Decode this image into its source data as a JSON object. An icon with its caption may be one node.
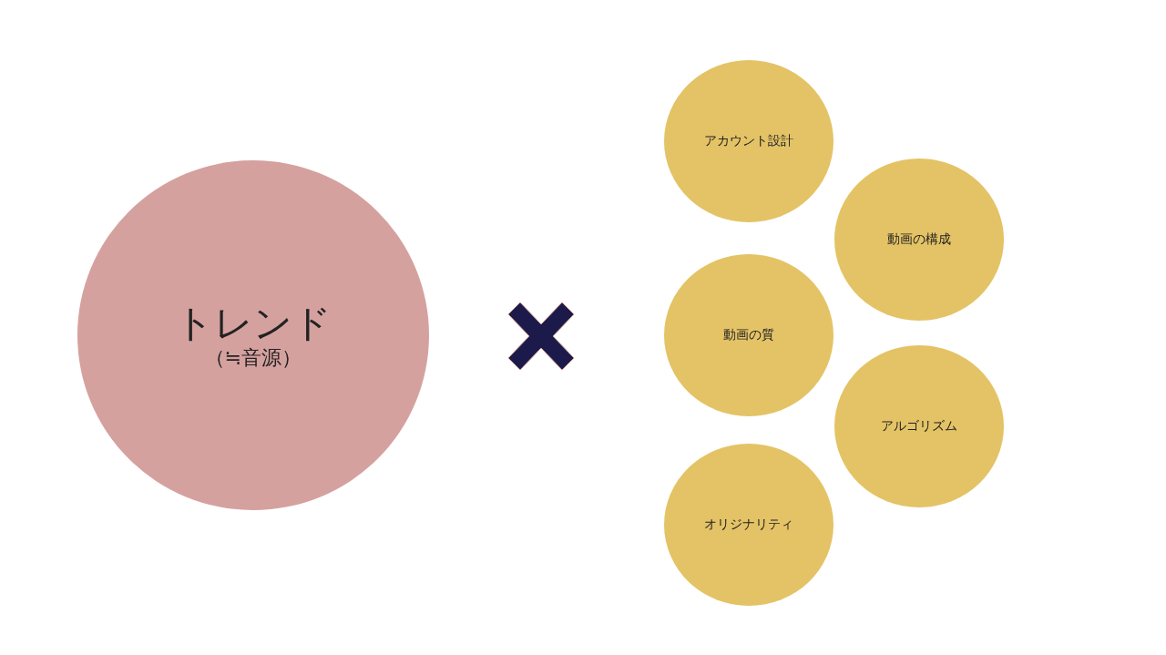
{
  "diagram": {
    "nodes": [
      {
        "text": [
          "トレンド",
          "（≒音源）"
        ]
      },
      {
        "text": [
          "アカウント設計"
        ]
      },
      {
        "text": [
          "動画の構成"
        ]
      },
      {
        "text": [
          "動画の質"
        ]
      },
      {
        "text": [
          "アルゴリズム"
        ]
      },
      {
        "text": [
          "オリジナリティ"
        ]
      }
    ]
  }
}
